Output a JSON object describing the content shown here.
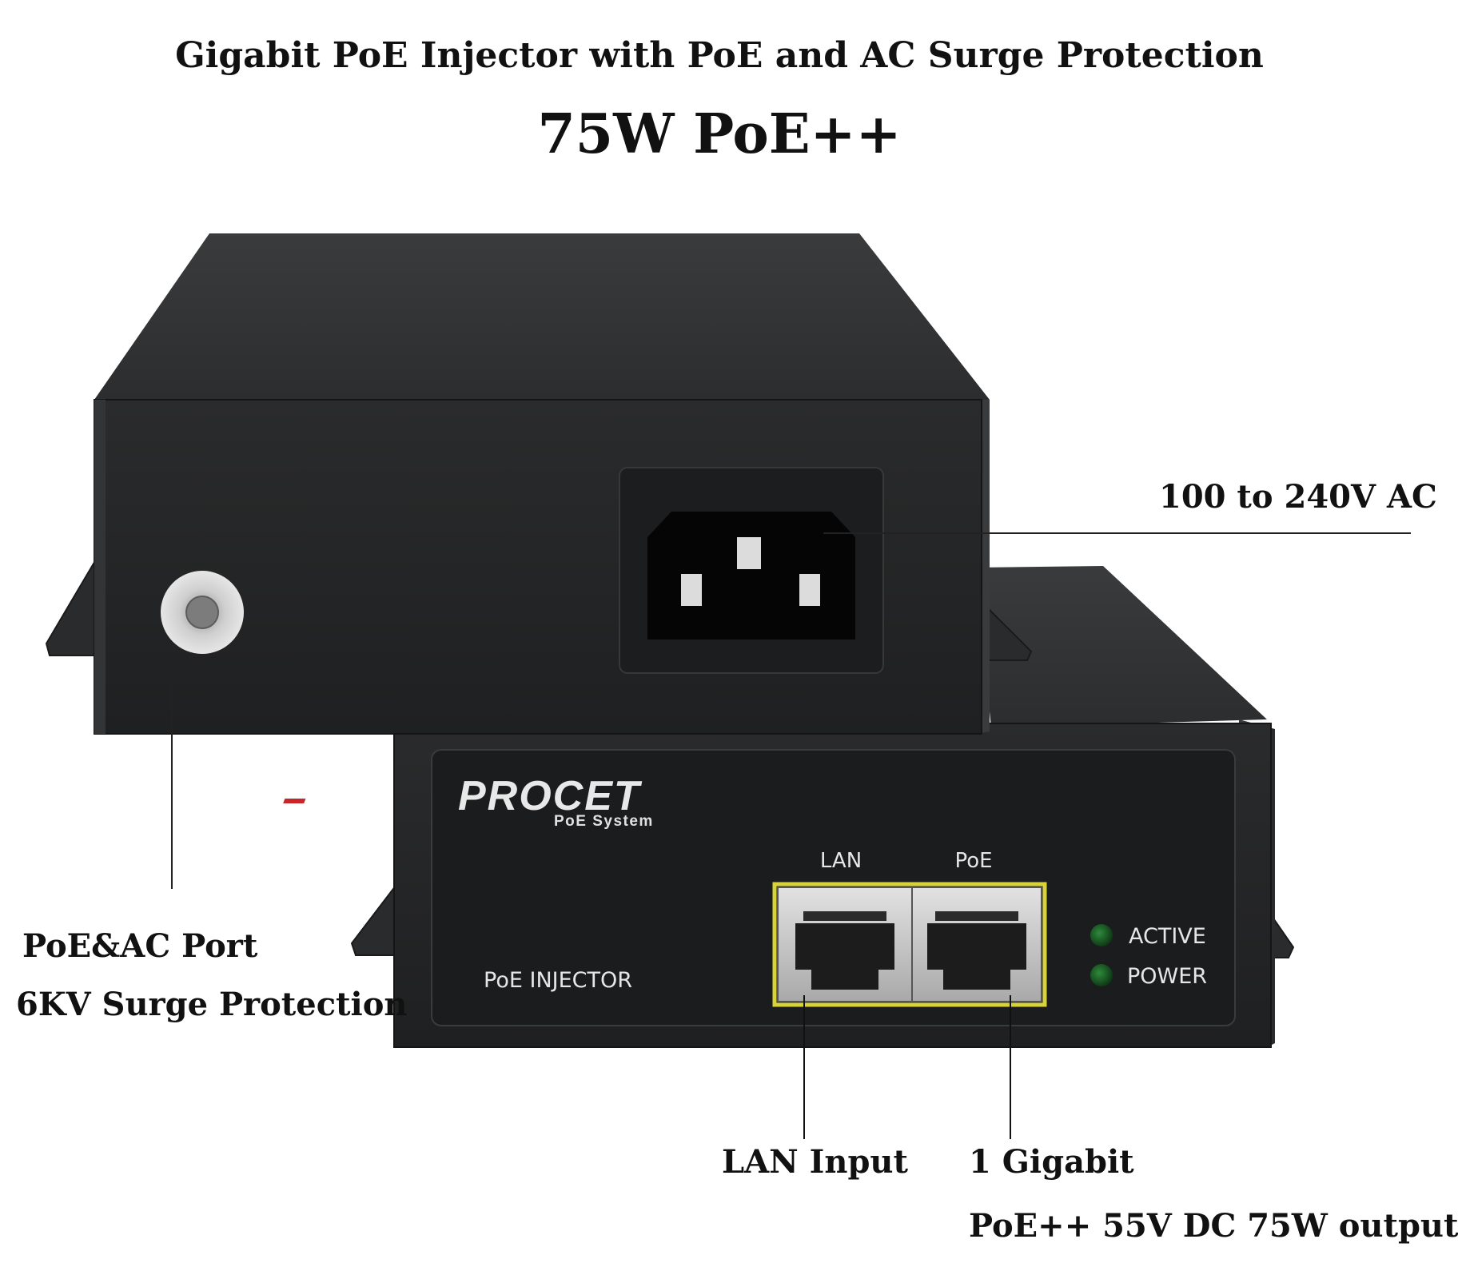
{
  "header": {
    "title": "Gigabit PoE Injector with PoE and AC Surge Protection",
    "subtitle": "75W PoE++"
  },
  "device": {
    "brand": "PROCET",
    "brand_tagline": "PoE System",
    "model_label": "PoE INJECTOR",
    "port_labels": {
      "lan": "LAN",
      "poe": "PoE"
    },
    "indicators": {
      "active": "ACTIVE",
      "power": "POWER"
    }
  },
  "callouts": {
    "ac_input": "100 to 240V AC",
    "surge_port_line1": "PoE&AC Port",
    "surge_port_line2": "6KV Surge Protection",
    "lan_input": "LAN Input",
    "gigabit_line1": "1 Gigabit",
    "gigabit_line2": "PoE++ 55V DC 75W output"
  },
  "colors": {
    "chassis": "#2b2c2d",
    "chassis_dark": "#1d1e1f",
    "port_highlight": "#d9d33a",
    "led": "#1f6b2a",
    "logo_accent": "#c8262a"
  }
}
